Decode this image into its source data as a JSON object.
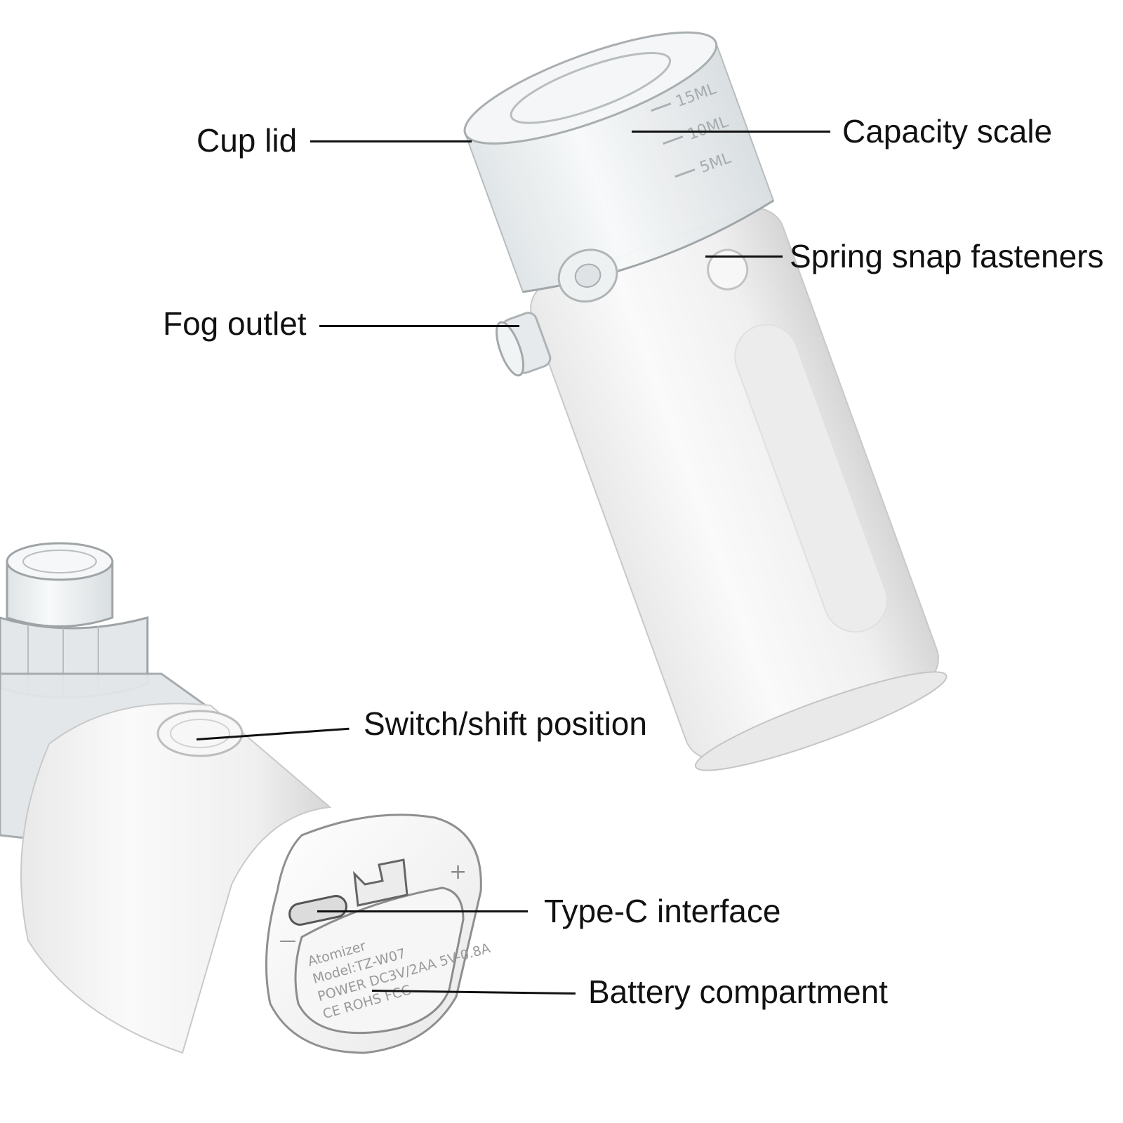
{
  "labels": {
    "cup_lid": "Cup lid",
    "capacity_scale": "Capacity scale",
    "spring_snap": "Spring snap fasteners",
    "fog_outlet": "Fog outlet",
    "switch_shift": "Switch/shift position",
    "type_c": "Type-C interface",
    "battery": "Battery compartment"
  },
  "scale_marks": [
    "15ML",
    "10ML",
    "5ML"
  ],
  "base_print": {
    "line1": "Atomizer",
    "line2": "Model:TZ-W07",
    "line3": "POWER  DC3V/2AA   5V-0.8A",
    "line4": "CE   ROHS   FCC",
    "plus": "+",
    "minus": "—"
  },
  "colors": {
    "body_white": "#f3f3f3",
    "shadow": "#cfcfcf",
    "clear_plastic": "#e6eaec",
    "outline": "#9a9a9a",
    "text": "#111111"
  }
}
